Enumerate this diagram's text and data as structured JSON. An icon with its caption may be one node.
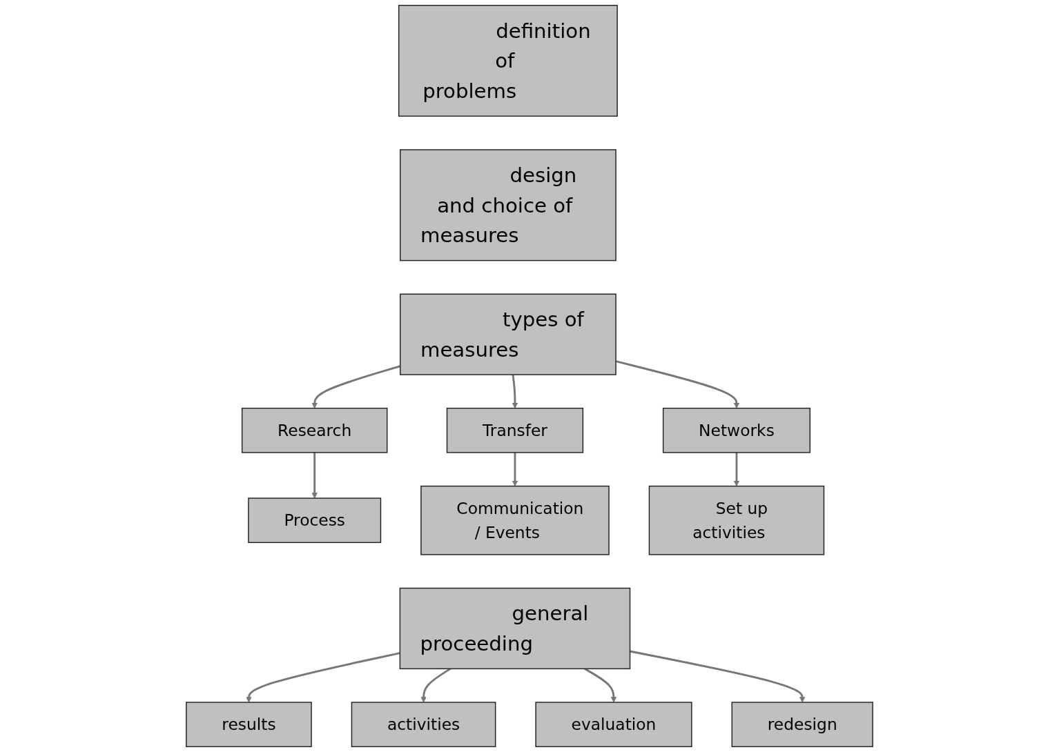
{
  "diagram": {
    "nodes": [
      {
        "text": [
          "definition of problems"
        ]
      },
      {
        "text": [
          "design and choice of measures"
        ]
      },
      {
        "text": [
          "types of measures"
        ]
      },
      {
        "text": [
          "Research"
        ]
      },
      {
        "text": [
          "Transfer"
        ]
      },
      {
        "text": [
          "Networks"
        ]
      },
      {
        "text": [
          "Process"
        ]
      },
      {
        "text": [
          "Communication / Events"
        ]
      },
      {
        "text": [
          "Set up activities"
        ]
      },
      {
        "text": [
          "general proceeding"
        ]
      },
      {
        "text": [
          "results"
        ]
      },
      {
        "text": [
          "activities"
        ]
      },
      {
        "text": [
          "evaluation"
        ]
      },
      {
        "text": [
          "redesign"
        ]
      }
    ],
    "edges": [
      {
        "from": 2,
        "to": 3,
        "arrow": "to"
      },
      {
        "from": 2,
        "to": 4,
        "arrow": "to"
      },
      {
        "from": 2,
        "to": 5,
        "arrow": "to"
      },
      {
        "from": 3,
        "to": 6,
        "arrow": "to"
      },
      {
        "from": 4,
        "to": 7,
        "arrow": "to"
      },
      {
        "from": 5,
        "to": 8,
        "arrow": "to"
      },
      {
        "from": 9,
        "to": 10,
        "arrow": "to"
      },
      {
        "from": 9,
        "to": 11,
        "arrow": "to"
      },
      {
        "from": 9,
        "to": 12,
        "arrow": "to"
      },
      {
        "from": 9,
        "to": 13,
        "arrow": "to"
      }
    ]
  }
}
